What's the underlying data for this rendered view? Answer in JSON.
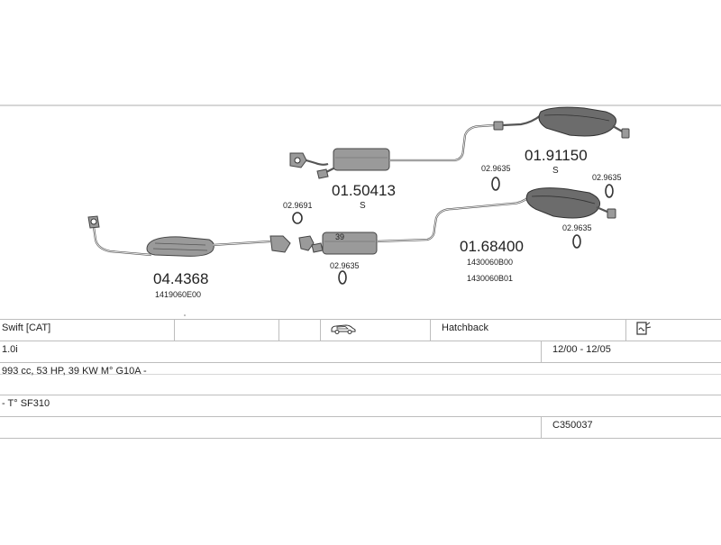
{
  "parts": {
    "catalytic_converter": {
      "number": "04.4368",
      "oe_code": "1419060E00"
    },
    "front_silencer": {
      "number": "01.50413",
      "type": "S"
    },
    "middle_silencer": {
      "number": "01.68400",
      "oe_codes": [
        "1430060B00",
        "1430060B01"
      ]
    },
    "rear_silencer": {
      "number": "01.91150",
      "type": "S"
    },
    "mount_rings": {
      "front": "02.9691",
      "middle": "02.9635",
      "rear_left": "02.9635",
      "rear_right_upper": "02.9635",
      "rear_right_lower": "02.9635"
    },
    "small_label": "39"
  },
  "vehicle": {
    "model": "Swift  [CAT]",
    "body_type": "Hatchback",
    "car_icon": "car-icon",
    "doc_icon": "document-icon",
    "engine": "1.0i",
    "production_period": "12/00 - 12/05",
    "spec": "993 cc, 53 HP, 39 KW M° G10A -",
    "type_code": "- T° SF310",
    "catalog_code": "C350037"
  }
}
